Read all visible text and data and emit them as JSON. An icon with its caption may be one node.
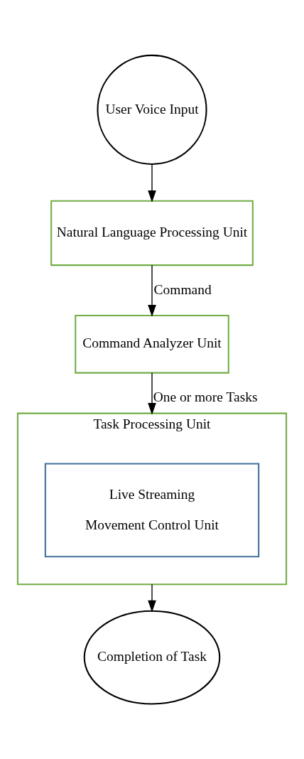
{
  "diagram": {
    "nodes": [
      {
        "text": [
          "User Voice Input"
        ]
      },
      {
        "text": [
          "Natural Language Processing Unit"
        ]
      },
      {
        "text": [
          "Command Analyzer Unit"
        ]
      },
      {
        "text": [
          "Task Processing Unit"
        ]
      },
      {
        "text": [
          "Live Streaming",
          "Movement Control Unit"
        ],
        "in": 3
      },
      {
        "text": [
          "Completion of Task"
        ]
      }
    ],
    "edges": [
      {
        "from": 0,
        "to": 1,
        "arrow": "to"
      },
      {
        "from": 1,
        "to": 2,
        "arrow": "to",
        "label": "Command"
      },
      {
        "from": 2,
        "to": 3,
        "arrow": "to",
        "label": "One or more Tasks"
      },
      {
        "from": 3,
        "to": 5,
        "arrow": "to"
      }
    ]
  }
}
